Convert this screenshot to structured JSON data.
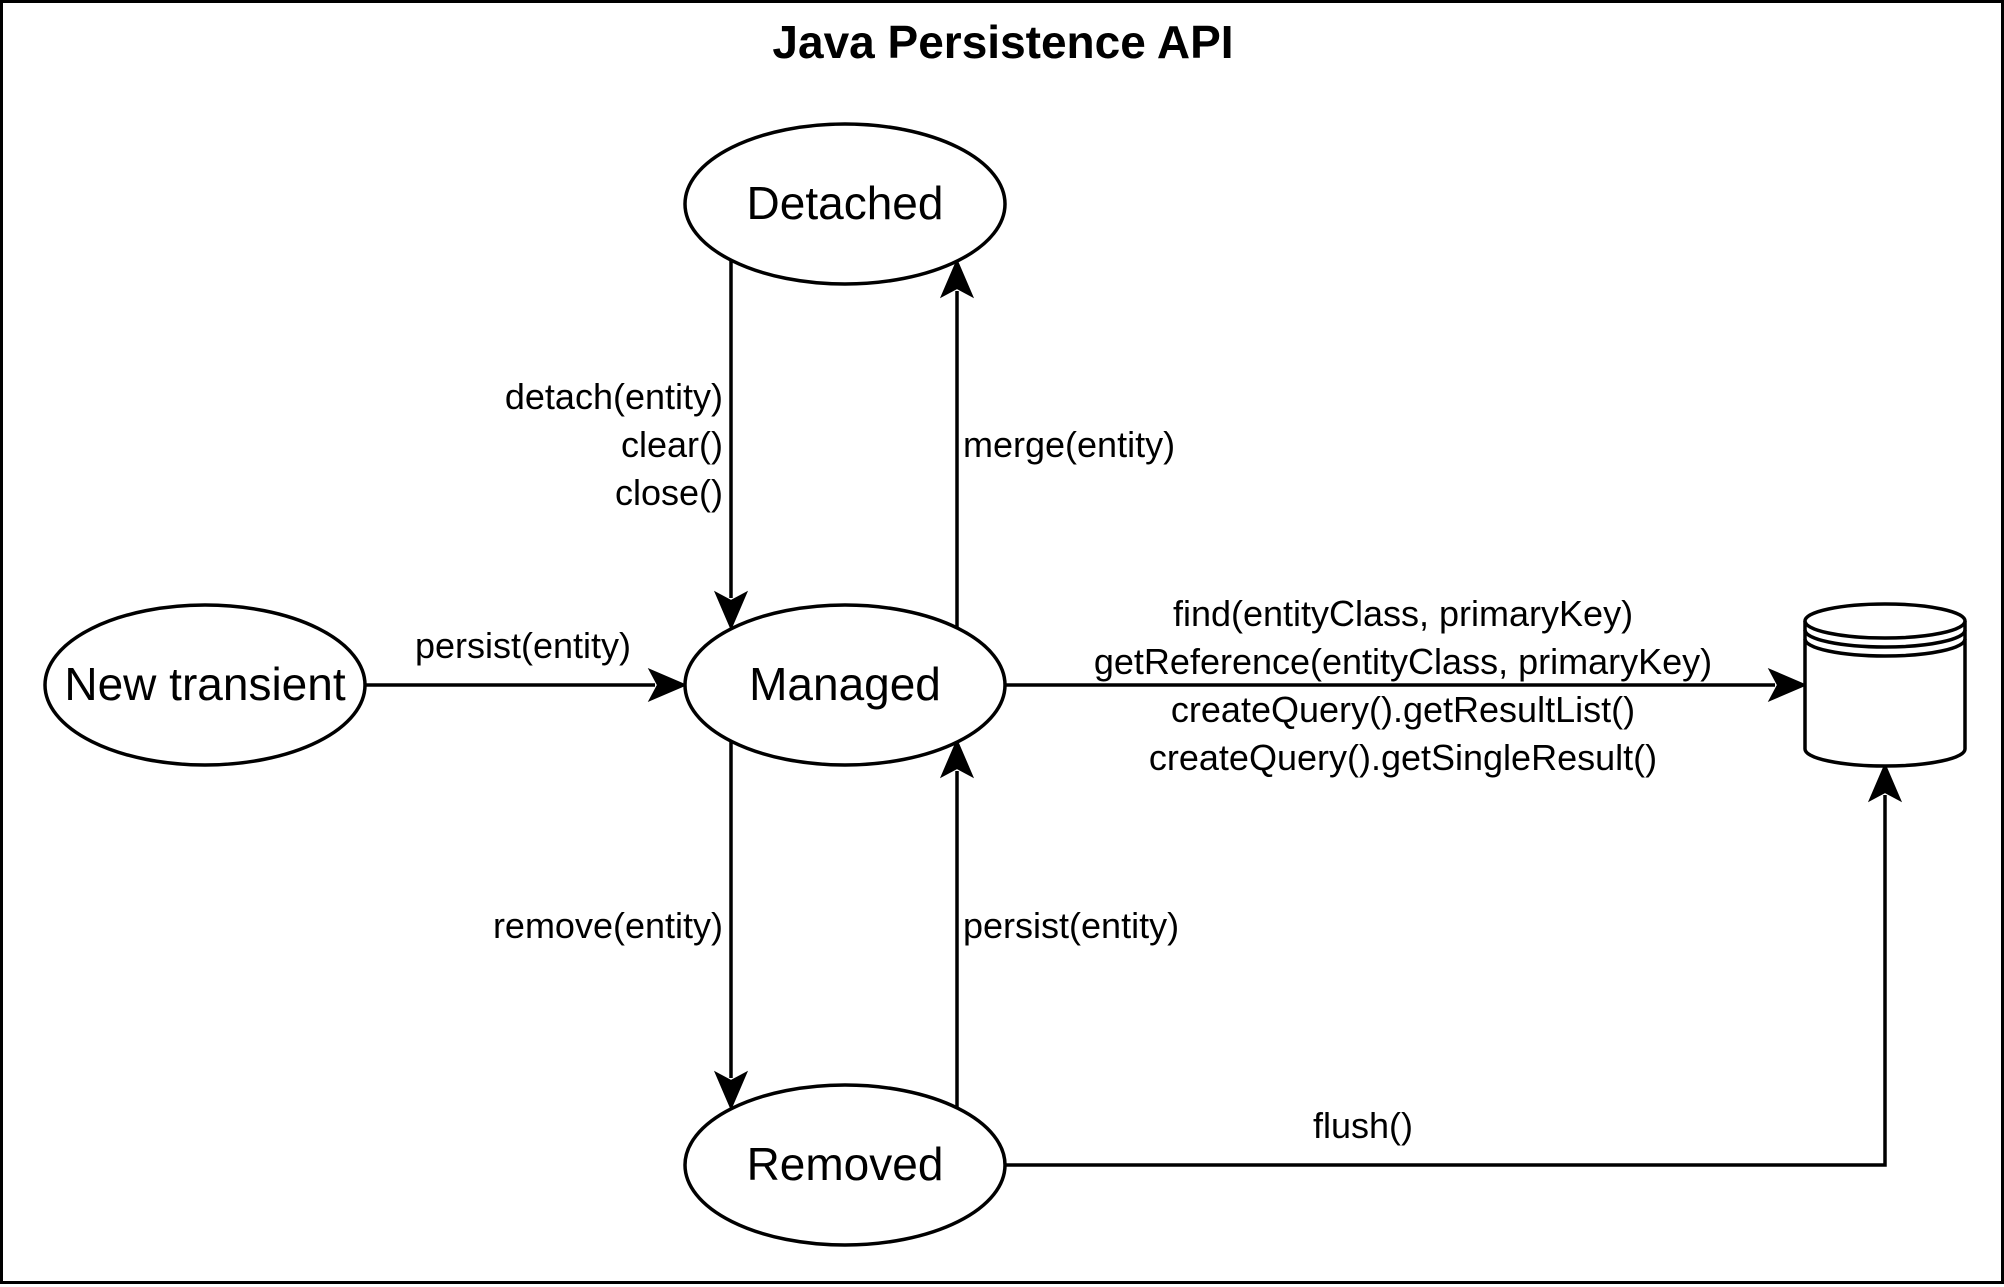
{
  "title": "Java Persistence API",
  "nodes": {
    "detached": "Detached",
    "new_transient": "New transient",
    "managed": "Managed",
    "removed": "Removed",
    "database_icon": "database-icon"
  },
  "edges": {
    "detach": [
      "detach(entity)",
      "clear()",
      "close()"
    ],
    "merge": "merge(entity)",
    "persist_new": "persist(entity)",
    "query": [
      "find(entityClass, primaryKey)",
      "getReference(entityClass, primaryKey)",
      "createQuery().getResultList()",
      "createQuery().getSingleResult()"
    ],
    "remove": "remove(entity)",
    "persist_removed": "persist(entity)",
    "flush": "flush()"
  }
}
